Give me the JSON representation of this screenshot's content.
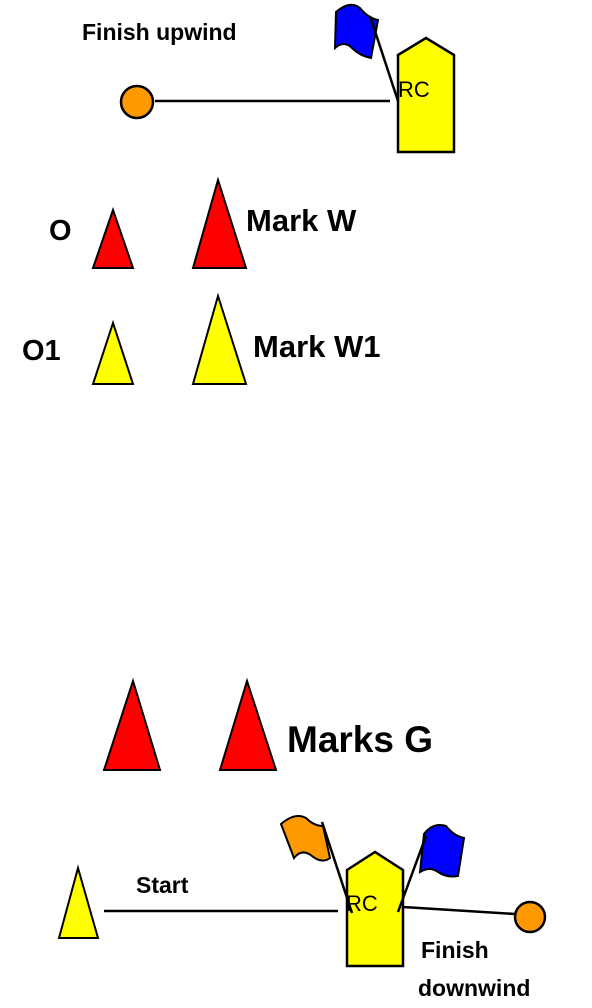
{
  "colors": {
    "red": "#ff0000",
    "yellow": "#ffff00",
    "orange": "#ff9900",
    "blue": "#0000ff",
    "outline": "#000000",
    "background": "#ffffff"
  },
  "top": {
    "finish_label": "Finish upwind",
    "committee_boat_label": "RC",
    "finish_flag_color": "blue",
    "finish_pin_color": "orange"
  },
  "upwind_marks": {
    "offset_red_label": "O",
    "mark_w_label": "Mark W",
    "offset_yellow_label": "O1",
    "mark_w1_label": "Mark W1"
  },
  "gate": {
    "label": "Marks G"
  },
  "bottom": {
    "start_label": "Start",
    "committee_boat_label": "RC",
    "finish_label_line1": "Finish",
    "finish_label_line2": "downwind",
    "start_flag_color": "orange",
    "finish_flag_color": "blue",
    "finish_pin_color": "orange",
    "start_pin_color": "yellow"
  }
}
